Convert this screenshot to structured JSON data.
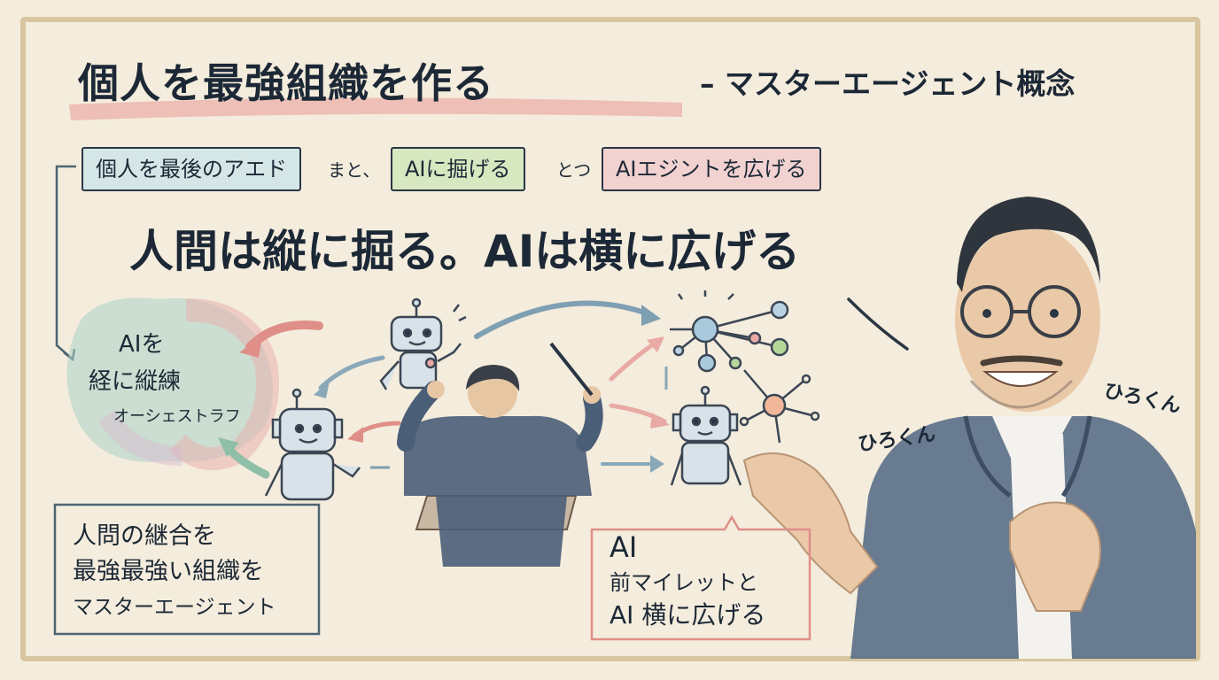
{
  "title": {
    "main": "個人を最強組織を作る",
    "sub": "– マスターエージェント概念"
  },
  "tags": [
    {
      "label": "個人を最後のアエド"
    },
    {
      "label": "AIに掘げる"
    },
    {
      "label": "AIエジントを広げる"
    }
  ],
  "connectors": [
    "まと、",
    "とつ"
  ],
  "headline": "人間は縦に掘る。AIは横に広げる",
  "orchestration": {
    "line1": "AIを",
    "line2": "経に縦練",
    "line3": "オーシェストラフ"
  },
  "note_box": {
    "line1": "人問の継合を",
    "line2": "最強最強い組織を",
    "line3": "マスターエージェント"
  },
  "speech_bubble": {
    "line1": "AI",
    "line2": "前マイレットと",
    "line3": "AI 横に広げる"
  },
  "name_labels": [
    "ひろくん",
    "ひろくん"
  ],
  "colors": {
    "background": "#f4ecdc",
    "ink": "#1c2836",
    "teal": "#9cc9c2",
    "pink": "#e9a9a4",
    "green": "#b7d79a",
    "suit": "#4b5e78"
  }
}
